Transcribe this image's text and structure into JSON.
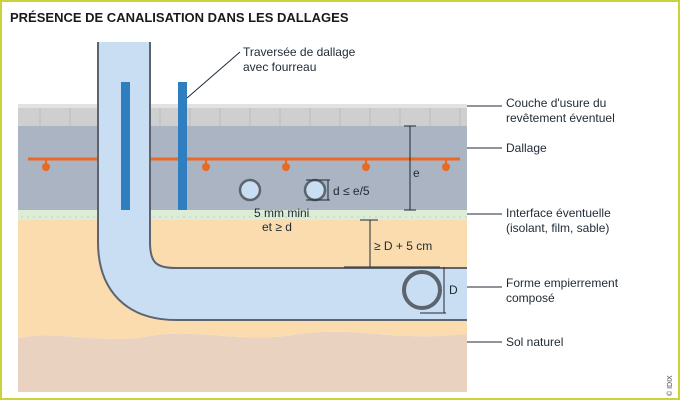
{
  "title": "PRÉSENCE DE CANALISATION DANS LES DALLAGES",
  "labels": {
    "traversee_line1": "Traversée de dallage",
    "traversee_line2": "avec fourreau",
    "couche_line1": "Couche d'usure du",
    "couche_line2": "revêtement éventuel",
    "dallage": "Dallage",
    "interface_line1": "Interface éventuelle",
    "interface_line2": "(isolant, film, sable)",
    "forme_line1": "Forme empierrement",
    "forme_line2": "composé",
    "sol": "Sol naturel"
  },
  "dimensions": {
    "e": "e",
    "d_rule": "d ≤ e/5",
    "spacing_line1": "5 mm mini",
    "spacing_line2": "et ≥ d",
    "cover_rule": "≥ D + 5 cm",
    "D": "D"
  },
  "credit": "© IDIX",
  "colors": {
    "border": "#c8d43a",
    "wear_layer": "#cfcfcf",
    "slab": "#aab4c2",
    "interface": "#dcecd6",
    "aggregate": "#fbdcae",
    "natural_soil": "#ead2c0",
    "pipe_fill": "#c9def2",
    "pipe_outline": "#5c6470",
    "sleeve": "#2f7fc0",
    "rebar": "#ea6a22",
    "leader": "#1f2a36"
  }
}
